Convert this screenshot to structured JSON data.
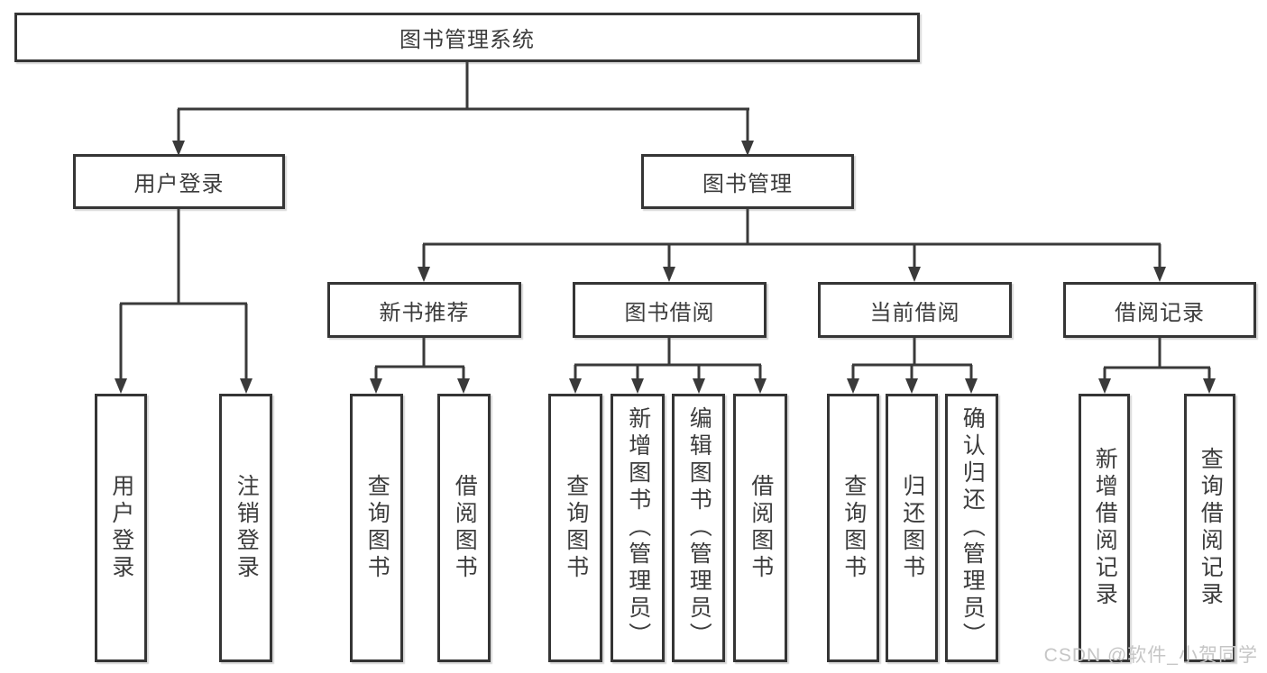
{
  "colors": {
    "line": "#3a3a3a",
    "border": "#353535",
    "text": "#3c3c3c",
    "background": "#ffffff",
    "watermark_color": "#c6c6c6"
  },
  "watermark": {
    "text": "CSDN @软件_小贺同学"
  },
  "tree": {
    "root": {
      "label": "图书管理系统"
    },
    "branches": [
      {
        "label": "用户登录",
        "children": [
          {
            "label": "用户登录"
          },
          {
            "label": "注销登录"
          }
        ]
      },
      {
        "label": "图书管理",
        "sections": [
          {
            "label": "新书推荐",
            "children": [
              {
                "label": "查询图书"
              },
              {
                "label": "借阅图书"
              }
            ]
          },
          {
            "label": "图书借阅",
            "children": [
              {
                "label": "查询图书"
              },
              {
                "label": "新增图书（管理员）"
              },
              {
                "label": "编辑图书（管理员）"
              },
              {
                "label": "借阅图书"
              }
            ]
          },
          {
            "label": "当前借阅",
            "children": [
              {
                "label": "查询图书"
              },
              {
                "label": "归还图书"
              },
              {
                "label": "确认归还（管理员）"
              }
            ]
          },
          {
            "label": "借阅记录",
            "children": [
              {
                "label": "新增借阅记录"
              },
              {
                "label": "查询借阅记录"
              }
            ]
          }
        ]
      }
    ]
  }
}
